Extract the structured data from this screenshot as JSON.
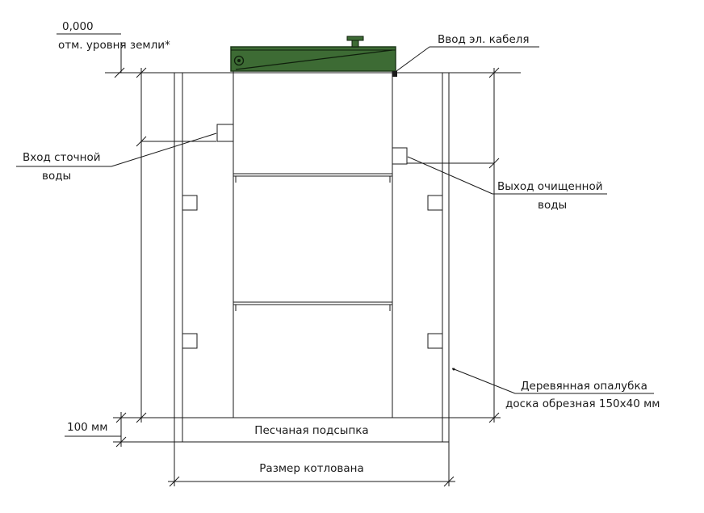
{
  "labels": {
    "ground_level_value": "0,000",
    "ground_level_note": "отм. уровня земли*",
    "cable_entry": "Ввод эл. кабеля",
    "inlet_line1": "Вход сточной",
    "inlet_line2": "воды",
    "outlet_line1": "Выход очищенной",
    "outlet_line2": "воды",
    "formwork_line1": "Деревянная опалубка",
    "formwork_line2": "доска обрезная 150х40 мм",
    "sand_dim": "100 мм",
    "sand_bedding": "Песчаная подсыпка",
    "pit_size": "Размер котлована"
  },
  "colors": {
    "lid_fill": "#3d6b34",
    "lid_stroke": "#1f3a1a",
    "line": "#1a1a1a",
    "background": "#ffffff"
  },
  "icons": {
    "lid_bolt": "bolt-icon",
    "lid_handle": "handle-icon"
  }
}
